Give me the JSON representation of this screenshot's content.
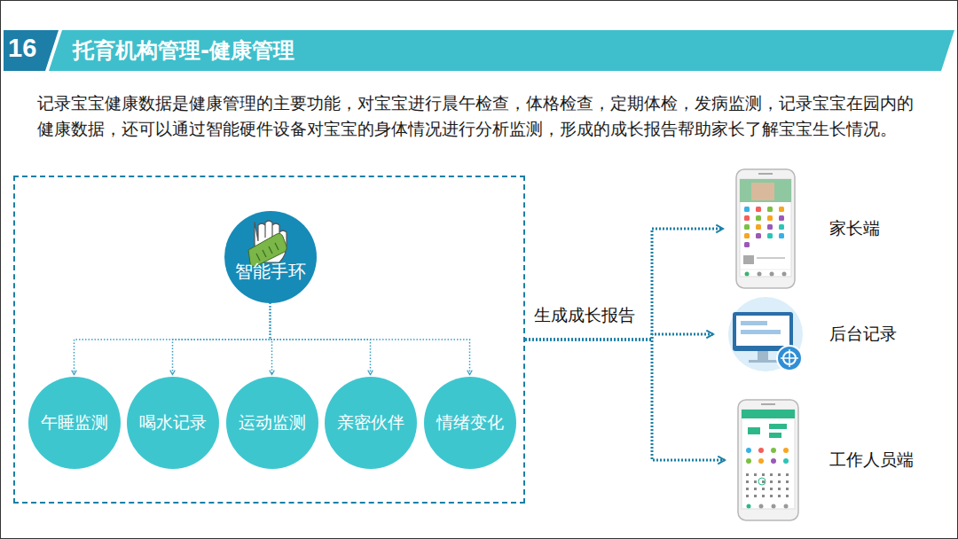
{
  "diagram": {
    "title": "托育机构管理-健康管理",
    "nodes": [
      {
        "text": []
      },
      {
        "text": [
          "智能手环"
        ],
        "in": 0
      },
      {
        "text": [
          "午睡监测"
        ],
        "in": 0
      },
      {
        "text": [
          "喝水记录"
        ],
        "in": 0
      },
      {
        "text": [
          "运动监测"
        ],
        "in": 0
      },
      {
        "text": [
          "亲密伙伴"
        ],
        "in": 0
      },
      {
        "text": [
          "情绪变化"
        ],
        "in": 0
      },
      {
        "text": [
          "家长端"
        ]
      },
      {
        "text": [
          "后台记录"
        ]
      },
      {
        "text": [
          "工作人员端"
        ]
      }
    ],
    "edges": [
      {
        "from": 1,
        "to": 2,
        "arrow": "to"
      },
      {
        "from": 1,
        "to": 3,
        "arrow": "to"
      },
      {
        "from": 1,
        "to": 4,
        "arrow": "to"
      },
      {
        "from": 1,
        "to": 5,
        "arrow": "to"
      },
      {
        "from": 1,
        "to": 6,
        "arrow": "to"
      },
      {
        "from": 0,
        "to": 7,
        "arrow": "to"
      },
      {
        "from": 0,
        "to": 8,
        "label": "生成成长报告",
        "arrow": "to"
      },
      {
        "from": 0,
        "to": 9,
        "arrow": "to"
      }
    ],
    "labels": [
      "16",
      "记录宝宝健康数据是健康管理的主要功能，对宝宝进行晨午检查，体格检查，定期体检，发病监测，记录宝宝在园内的健康数据，还可以通过智能硬件设备对宝宝的身体情况进行分析监测，形成的成长报告帮助家长了解宝宝生长情况。"
    ]
  }
}
